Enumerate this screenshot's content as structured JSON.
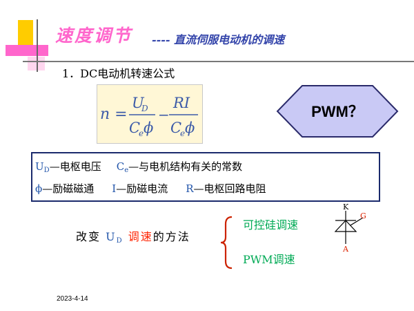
{
  "header": {
    "title": "速度调节",
    "subtitle": "---- 直流伺服电动机的调速"
  },
  "section": {
    "heading": "1．DC电动机转速公式"
  },
  "formula": {
    "lhs": "n =",
    "num1": "U",
    "num1_sub": "D",
    "den1": "C",
    "den1_sub": "e",
    "den1_sym": "ϕ",
    "minus": "−",
    "num2": "RI",
    "den2": "C",
    "den2_sub": "e",
    "den2_sym": "ϕ"
  },
  "pwm": {
    "label": "PWM？"
  },
  "definitions": {
    "row1": {
      "sym1": "U",
      "sym1_sub": "D",
      "text1": "—电枢电压",
      "sym2": "C",
      "sym2_sub": "e",
      "text2": "—与电机结构有关的常数"
    },
    "row2": {
      "sym1": "ϕ",
      "text1": "—励磁磁通",
      "sym2": "I",
      "text2": "—励磁电流",
      "sym3": "R",
      "text3": "—电枢回路电阻"
    }
  },
  "methods": {
    "label_prefix": "改变 ",
    "label_sym": "U",
    "label_sub": "D",
    "label_red": " 调速",
    "label_suffix": "的方法",
    "option1": "可控硅调速",
    "option2": "PWM调速"
  },
  "thyristor": {
    "k": "K",
    "g": "G",
    "a": "A"
  },
  "footer": {
    "date": "2023-4-14"
  },
  "colors": {
    "title": "#ff66cc",
    "subtitle": "#3344aa",
    "accent_blue": "#2255aa",
    "green": "#00aa55",
    "red": "#ff2200",
    "hexagon": "#c9c9f5"
  }
}
